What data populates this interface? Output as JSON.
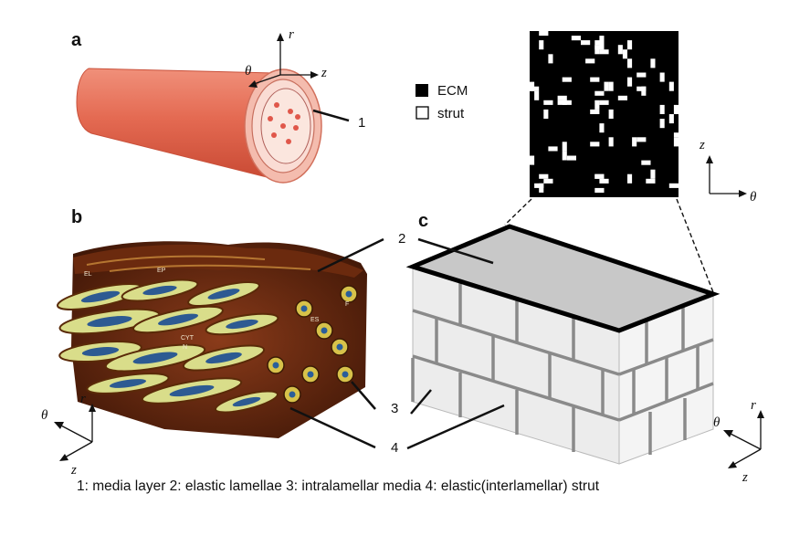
{
  "panels": {
    "a": "a",
    "b": "b",
    "c": "c"
  },
  "callouts": {
    "n1": "1",
    "n2": "2",
    "n3": "3",
    "n4": "4"
  },
  "axes": {
    "r": "r",
    "theta": "θ",
    "z": "z"
  },
  "legend": {
    "ecm": "ECM",
    "strut": "strut"
  },
  "caption": "1: media layer 2: elastic lamellae 3: intralamellar media 4: elastic(interlamellar) strut",
  "colors": {
    "vessel": "#e76f58",
    "vessel_dark": "#c44a35",
    "wall": "#f6c8bd",
    "lumen_dot": "#e0574a",
    "block_top": "#c8c8c8",
    "block_side": "#ebebeb",
    "mortar": "#8a8a8a",
    "ecm": "#000000",
    "strut_pixel": "#ffffff"
  },
  "tissue_labels": {
    "el": "EL",
    "ep": "EP",
    "es": "ES",
    "cyt": "CYT",
    "n": "N",
    "f": "F"
  }
}
